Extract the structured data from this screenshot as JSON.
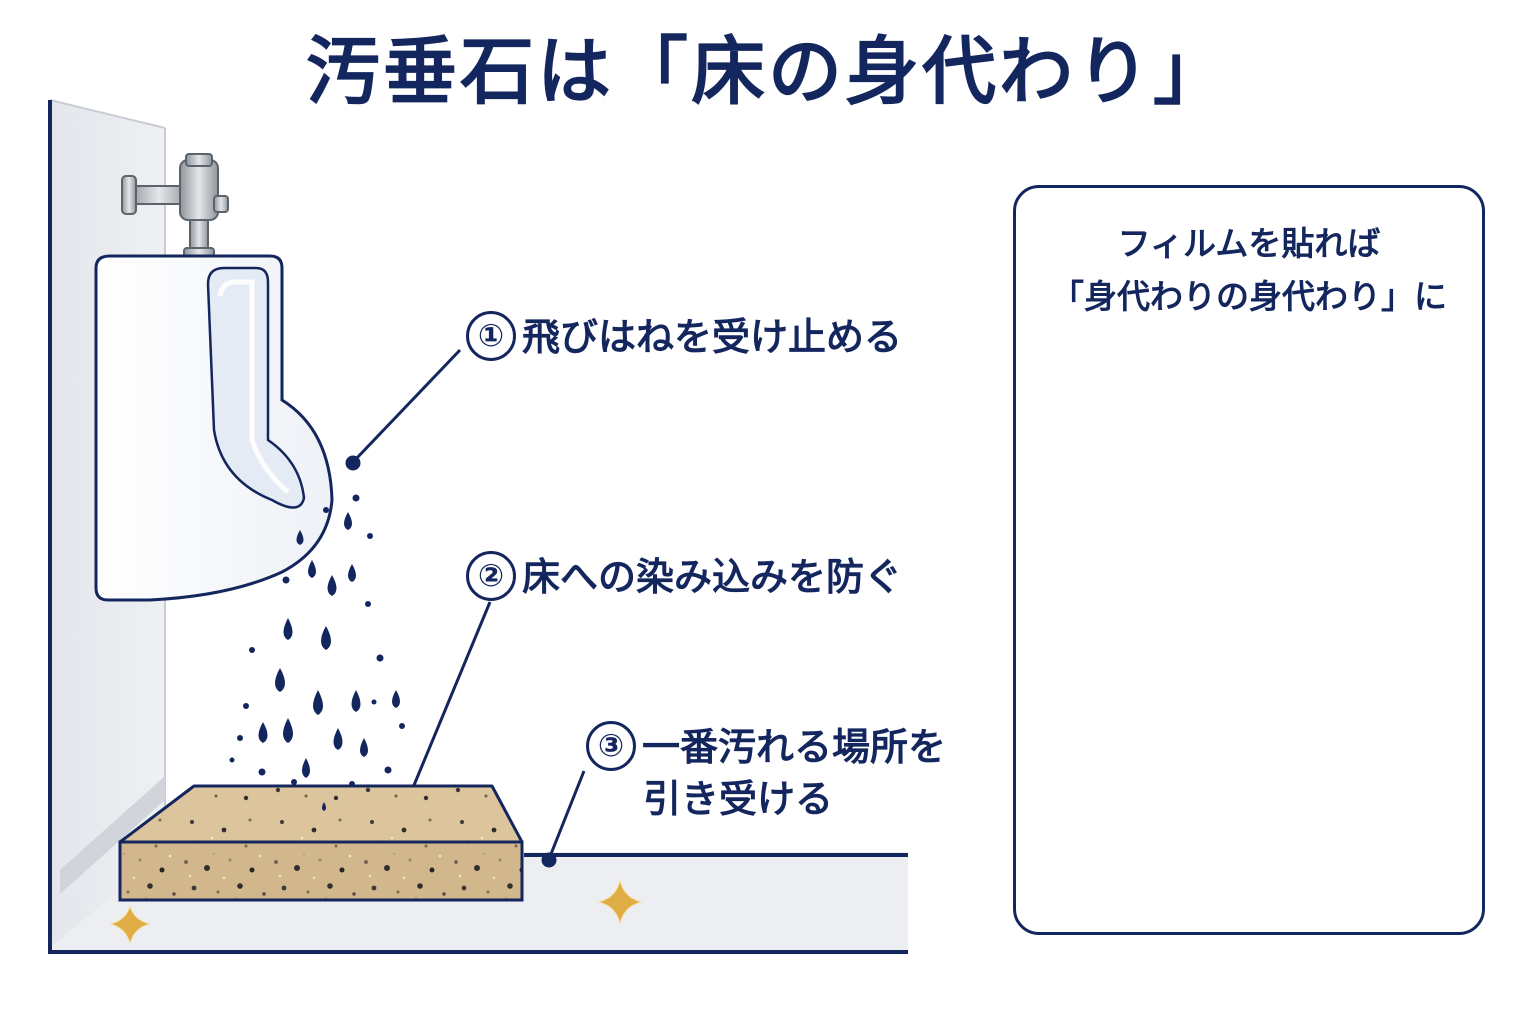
{
  "title": "汚垂石は「床の身代わり」",
  "callouts": [
    {
      "number": "①",
      "text": "飛びはねを受け止める"
    },
    {
      "number": "②",
      "text": "床への染み込みを防ぐ"
    },
    {
      "number": "③",
      "text": "一番汚れる場所を",
      "text_line2": "引き受ける"
    }
  ],
  "panel": {
    "title_line1": "フィルムを貼れば",
    "title_line2": "「身代わりの身代わり」に"
  },
  "colors": {
    "navy": "#14265e",
    "check_green": "#3aae49",
    "sparkle_gold": "#e0ad45",
    "stone_beige": "#d2b78c",
    "film_blue": "#dcebfb"
  },
  "icons": [
    "check-icon",
    "arrow-down-icon",
    "replace-cycle-icon",
    "sparkle-icon",
    "water-drop-icon",
    "flush-valve-icon"
  ]
}
